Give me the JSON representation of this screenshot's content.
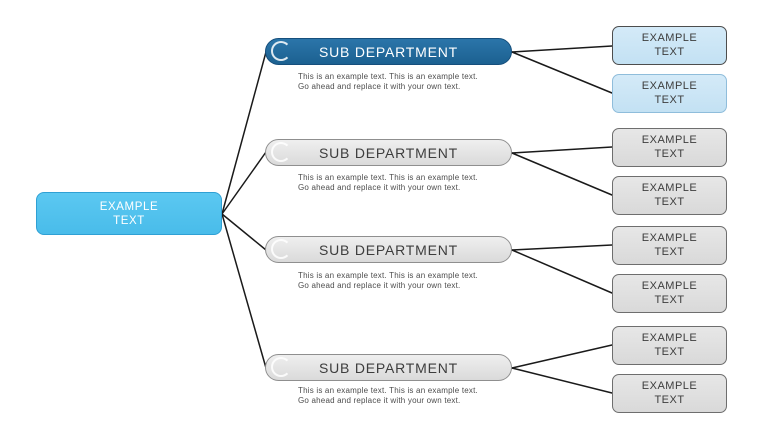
{
  "diagram": {
    "root": {
      "line1": "EXAMPLE",
      "line2": "TEXT"
    },
    "groups": [
      {
        "name": "SUB DEPARTMENT",
        "desc1": "This is an example text. This is an example text.",
        "desc2": "Go ahead and replace it with your own text.",
        "style": "blue",
        "children": [
          {
            "line1": "EXAMPLE",
            "line2": "TEXT",
            "style": "light-blue-dark-border"
          },
          {
            "line1": "EXAMPLE",
            "line2": "TEXT",
            "style": "light-blue-blue-border"
          }
        ]
      },
      {
        "name": "SUB DEPARTMENT",
        "desc1": "This is an example text. This is an example text.",
        "desc2": "Go ahead and replace it with your own text.",
        "style": "gray",
        "children": [
          {
            "line1": "EXAMPLE",
            "line2": "TEXT",
            "style": "gray"
          },
          {
            "line1": "EXAMPLE",
            "line2": "TEXT",
            "style": "gray"
          }
        ]
      },
      {
        "name": "SUB DEPARTMENT",
        "desc1": "This is an example text. This is an example text.",
        "desc2": "Go ahead and replace it with your own text.",
        "style": "gray",
        "children": [
          {
            "line1": "EXAMPLE",
            "line2": "TEXT",
            "style": "gray"
          },
          {
            "line1": "EXAMPLE",
            "line2": "TEXT",
            "style": "gray"
          }
        ]
      },
      {
        "name": "SUB DEPARTMENT",
        "desc1": "This is an example text. This is an example text.",
        "desc2": "Go ahead and replace it with your own text.",
        "style": "gray",
        "children": [
          {
            "line1": "EXAMPLE",
            "line2": "TEXT",
            "style": "gray"
          },
          {
            "line1": "EXAMPLE",
            "line2": "TEXT",
            "style": "gray"
          }
        ]
      }
    ]
  },
  "colors": {
    "root_fill": "#4FC1ED",
    "root_border": "#2FA0D4",
    "dept_blue_fill": "#20689B",
    "dept_blue_border": "#164F7C",
    "dept_gray_fill": "#E3E3E3",
    "dept_gray_border": "#8F8F8F",
    "child_blue_fill": "#CBE6F6",
    "child_blue_border_dark": "#4D4D4D",
    "child_blue_border_light": "#8FBDDB",
    "child_gray_fill": "#DFDFDF",
    "child_gray_border": "#6E6E6E",
    "description_text": "#4D4D4D",
    "connector": "#1A1A1A"
  }
}
